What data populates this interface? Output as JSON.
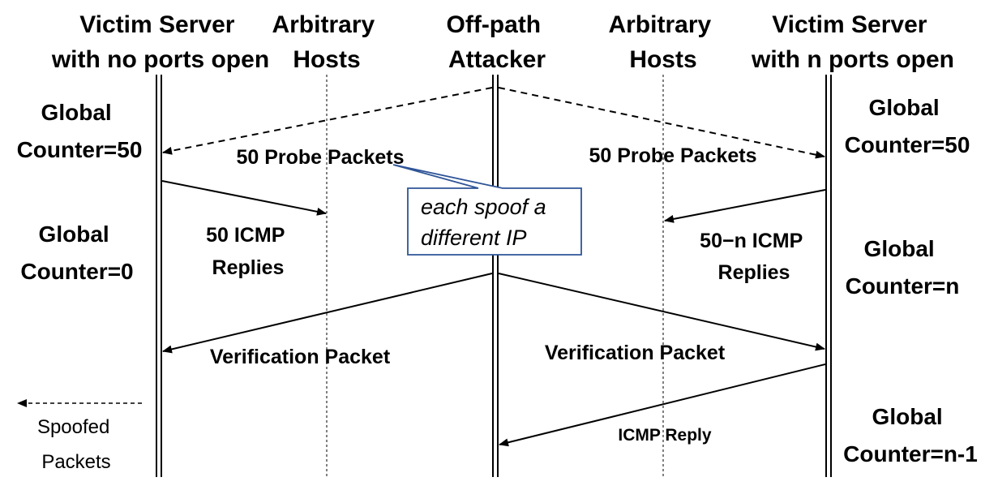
{
  "headers": {
    "victim_left": [
      "Victim Server",
      "with no ports open"
    ],
    "hosts_left": [
      "Arbitrary",
      "Hosts"
    ],
    "attacker": [
      "Off-path",
      "Attacker"
    ],
    "hosts_right": [
      "Arbitrary",
      "Hosts"
    ],
    "victim_right": [
      "Victim Server",
      "with n ports open"
    ]
  },
  "left_counters": {
    "c1": [
      "Global",
      "Counter=50"
    ],
    "c2": [
      "Global",
      "Counter=0"
    ]
  },
  "right_counters": {
    "c1": [
      "Global",
      "Counter=50"
    ],
    "c2": [
      "Global",
      "Counter=n"
    ],
    "c3": [
      "Global",
      "Counter=n-1"
    ]
  },
  "messages": {
    "probe_left": "50 Probe Packets",
    "probe_right": "50 Probe Packets",
    "icmp_left": [
      "50 ICMP",
      "Replies"
    ],
    "icmp_right": [
      "50−n ICMP",
      "Replies"
    ],
    "verify_left": "Verification Packet",
    "verify_right": "Verification Packet",
    "icmp_reply": "ICMP Reply"
  },
  "callout": [
    "each spoof a",
    "different IP"
  ],
  "legend": [
    "Spoofed",
    "Packets"
  ],
  "colors": {
    "callout_border": "#2f5597",
    "line": "#000000"
  }
}
